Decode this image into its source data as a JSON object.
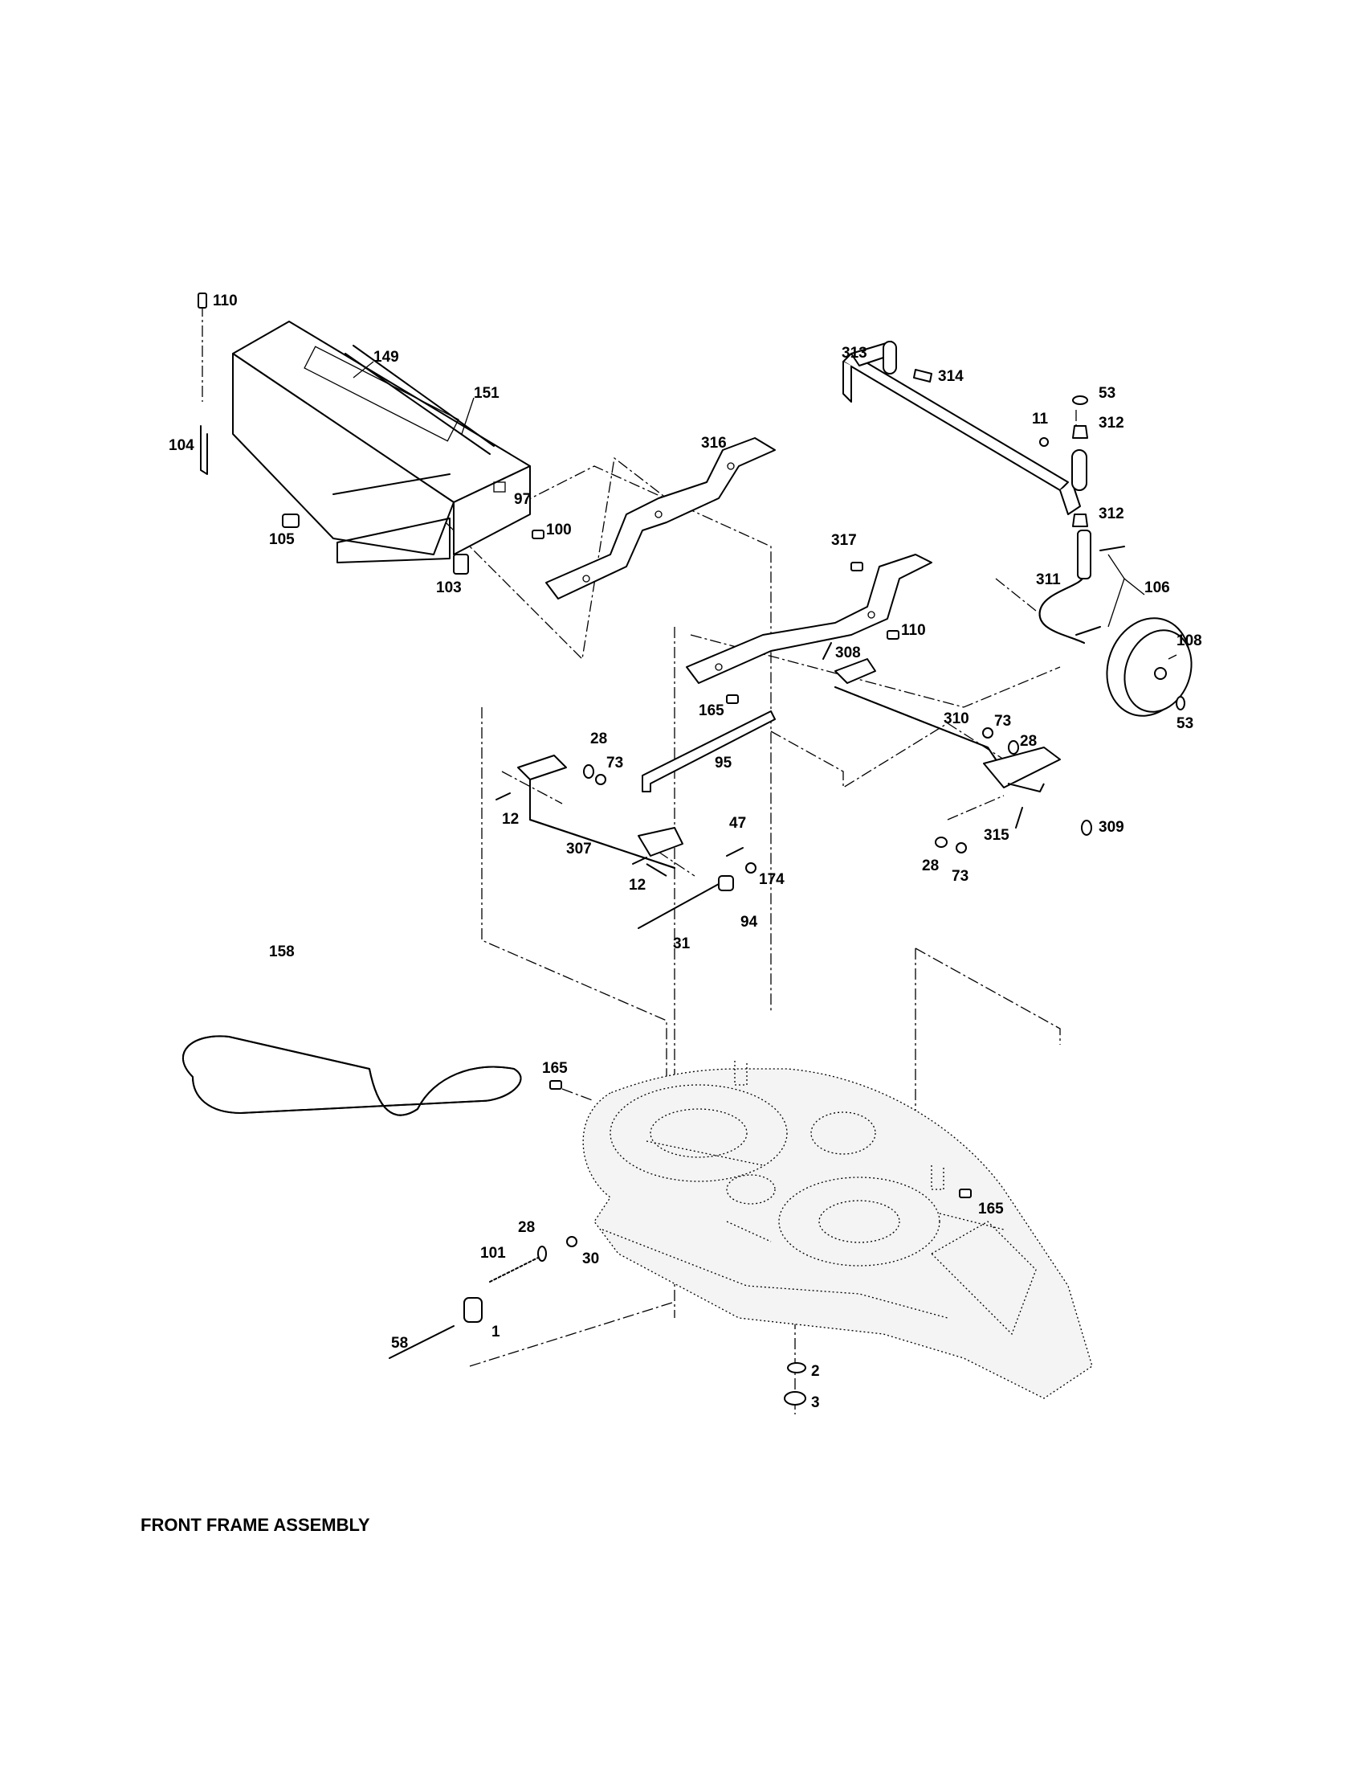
{
  "title": "FRONT FRAME ASSEMBLY",
  "callouts": [
    {
      "id": "c110a",
      "text": "110"
    },
    {
      "id": "c149",
      "text": "149"
    },
    {
      "id": "c151",
      "text": "151"
    },
    {
      "id": "c104",
      "text": "104"
    },
    {
      "id": "c97",
      "text": "97"
    },
    {
      "id": "c105",
      "text": "105"
    },
    {
      "id": "c100",
      "text": "100"
    },
    {
      "id": "c103",
      "text": "103"
    },
    {
      "id": "c316",
      "text": "316"
    },
    {
      "id": "c313",
      "text": "313"
    },
    {
      "id": "c314",
      "text": "314"
    },
    {
      "id": "c53a",
      "text": "53"
    },
    {
      "id": "c11",
      "text": "11"
    },
    {
      "id": "c312a",
      "text": "312"
    },
    {
      "id": "c312b",
      "text": "312"
    },
    {
      "id": "c317",
      "text": "317"
    },
    {
      "id": "c311",
      "text": "311"
    },
    {
      "id": "c106",
      "text": "106"
    },
    {
      "id": "c110b",
      "text": "110"
    },
    {
      "id": "c308",
      "text": "308"
    },
    {
      "id": "c108",
      "text": "108"
    },
    {
      "id": "c53b",
      "text": "53"
    },
    {
      "id": "c165a",
      "text": "165"
    },
    {
      "id": "c310",
      "text": "310"
    },
    {
      "id": "c73a",
      "text": "73"
    },
    {
      "id": "c28a",
      "text": "28"
    },
    {
      "id": "c28b",
      "text": "28"
    },
    {
      "id": "c73b",
      "text": "73"
    },
    {
      "id": "c95",
      "text": "95"
    },
    {
      "id": "c12a",
      "text": "12"
    },
    {
      "id": "c307",
      "text": "307"
    },
    {
      "id": "c47",
      "text": "47"
    },
    {
      "id": "c174",
      "text": "174"
    },
    {
      "id": "c315",
      "text": "315"
    },
    {
      "id": "c309",
      "text": "309"
    },
    {
      "id": "c28c",
      "text": "28"
    },
    {
      "id": "c73c",
      "text": "73"
    },
    {
      "id": "c12b",
      "text": "12"
    },
    {
      "id": "c94",
      "text": "94"
    },
    {
      "id": "c31",
      "text": "31"
    },
    {
      "id": "c158",
      "text": "158"
    },
    {
      "id": "c165b",
      "text": "165"
    },
    {
      "id": "c165c",
      "text": "165"
    },
    {
      "id": "c28d",
      "text": "28"
    },
    {
      "id": "c101",
      "text": "101"
    },
    {
      "id": "c30",
      "text": "30"
    },
    {
      "id": "c1",
      "text": "1"
    },
    {
      "id": "c58",
      "text": "58"
    },
    {
      "id": "c2",
      "text": "2"
    },
    {
      "id": "c3",
      "text": "3"
    }
  ]
}
